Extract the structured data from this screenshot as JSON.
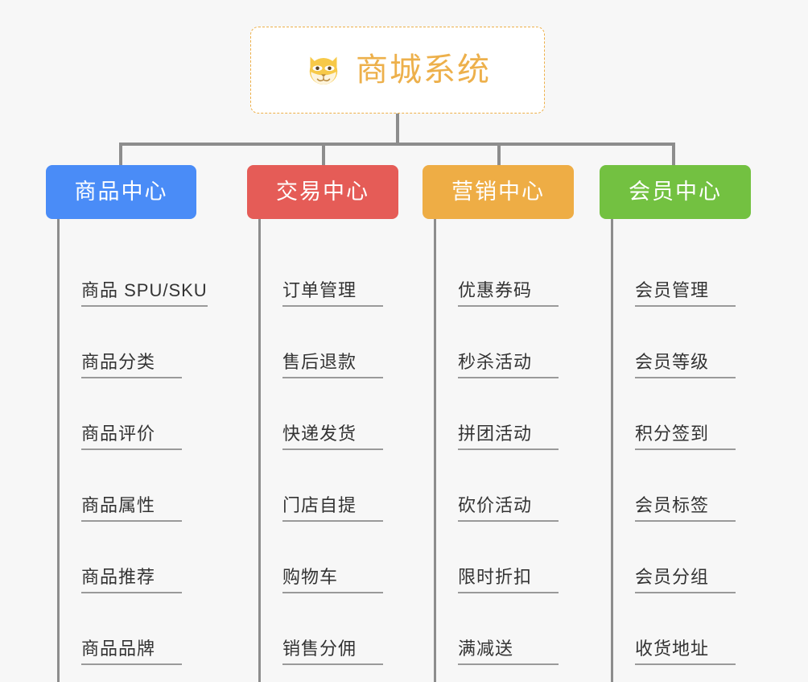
{
  "diagram": {
    "type": "organization-tree",
    "background_color": "#f7f7f7",
    "connector_color": "#8d8d8d",
    "root": {
      "title": "商城系统",
      "icon": "shiba-dog-face-icon",
      "icon_color": "#f5c842",
      "text_color": "#edb04b",
      "border_color": "#eeb04a",
      "border_style": "dashed",
      "background_color": "#ffffff"
    },
    "categories": [
      {
        "label": "商品中心",
        "color": "#4a8cf7",
        "items": [
          "商品 SPU/SKU",
          "商品分类",
          "商品评价",
          "商品属性",
          "商品推荐",
          "商品品牌"
        ]
      },
      {
        "label": "交易中心",
        "color": "#e55c57",
        "items": [
          "订单管理",
          "售后退款",
          "快递发货",
          "门店自提",
          "购物车",
          "销售分佣"
        ]
      },
      {
        "label": "营销中心",
        "color": "#eead45",
        "items": [
          "优惠券码",
          "秒杀活动",
          "拼团活动",
          "砍价活动",
          "限时折扣",
          "满减送"
        ]
      },
      {
        "label": "会员中心",
        "color": "#73c141",
        "items": [
          "会员管理",
          "会员等级",
          "积分签到",
          "会员标签",
          "会员分组",
          "收货地址"
        ]
      }
    ]
  }
}
